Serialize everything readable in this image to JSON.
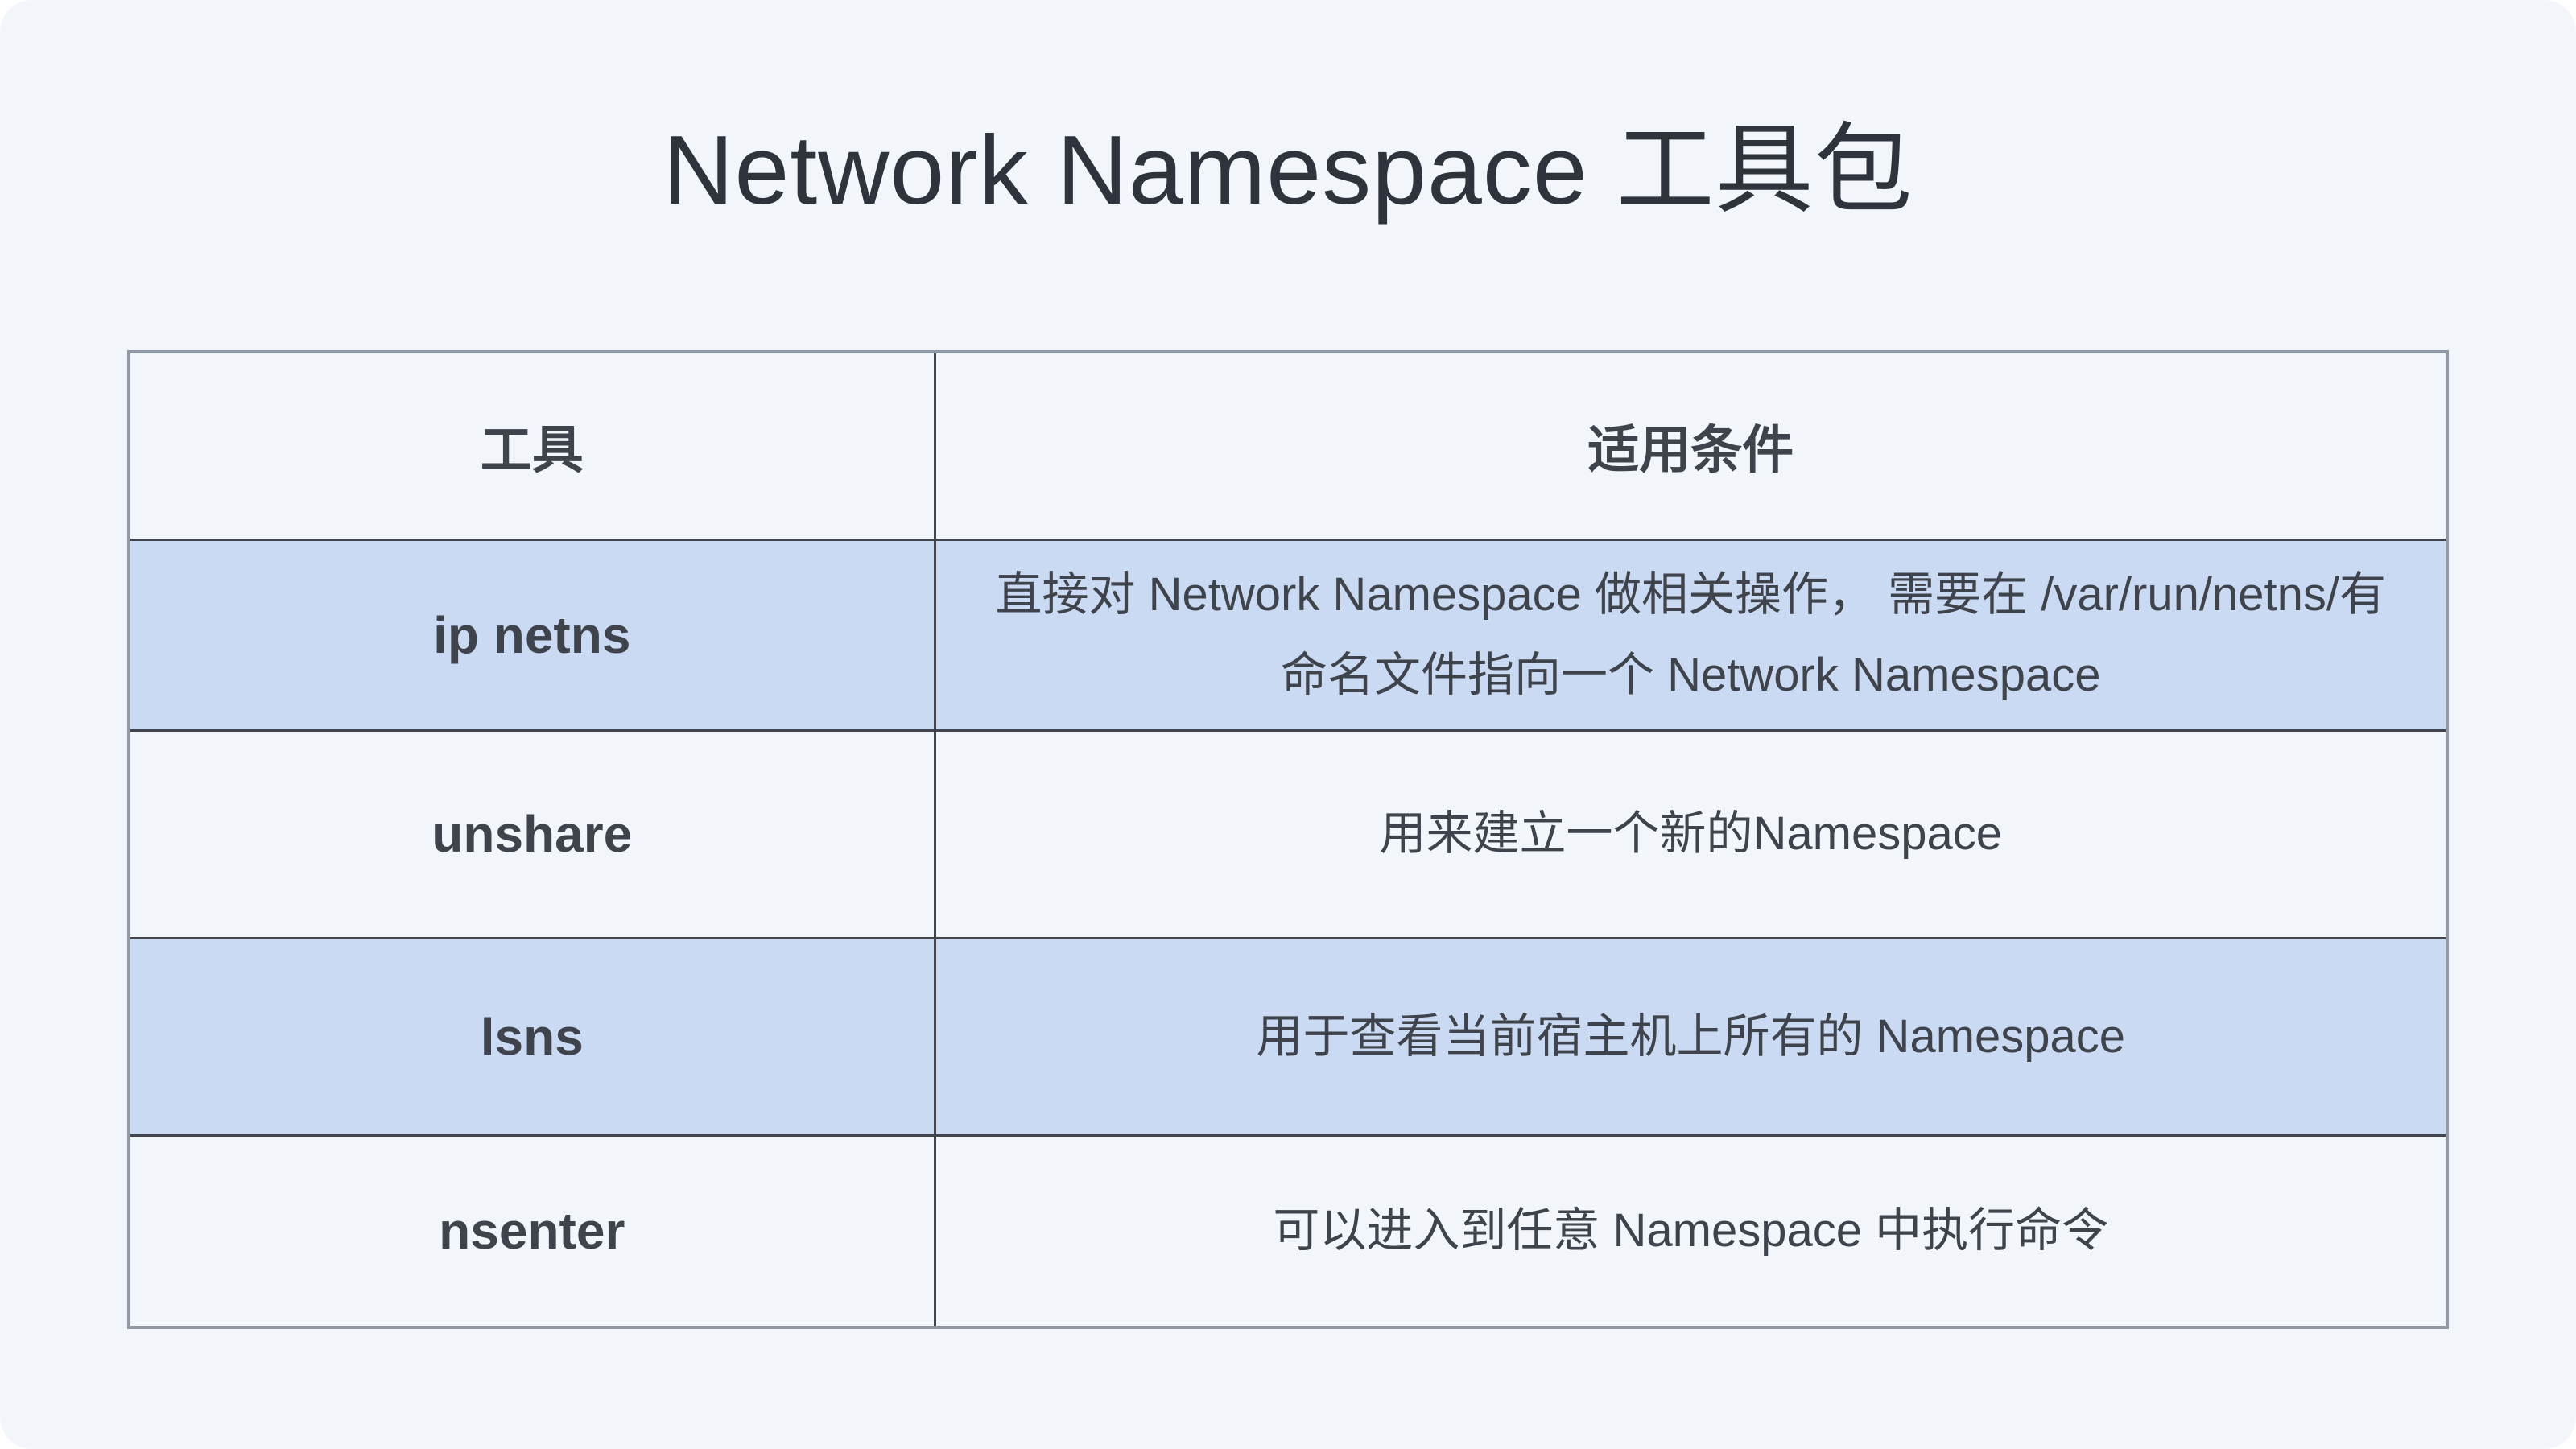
{
  "chart_data": {
    "type": "table",
    "title": "Network Namespace 工具包",
    "columns": [
      "工具",
      "适用条件"
    ],
    "rows": [
      [
        "ip netns",
        "直接对 Network Namespace 做相关操作， 需要在 /var/run/netns/有命名文件指向一个 Network Namespace"
      ],
      [
        "unshare",
        "用来建立一个新的Namespace"
      ],
      [
        "lsns",
        "用于查看当前宿主机上所有的 Namespace"
      ],
      [
        "nsenter",
        "可以进入到任意 Namespace 中执行命令"
      ]
    ],
    "highlighted_row_indices": [
      0,
      2
    ],
    "legend": "none",
    "grid": "full table borders"
  },
  "colors": {
    "background": "#f2f5fa",
    "row-highlight": "#cbdaf3",
    "border": "#40454e",
    "outer-border": "#9099a3",
    "text": "#3f434b",
    "title-text": "#2f333b"
  }
}
